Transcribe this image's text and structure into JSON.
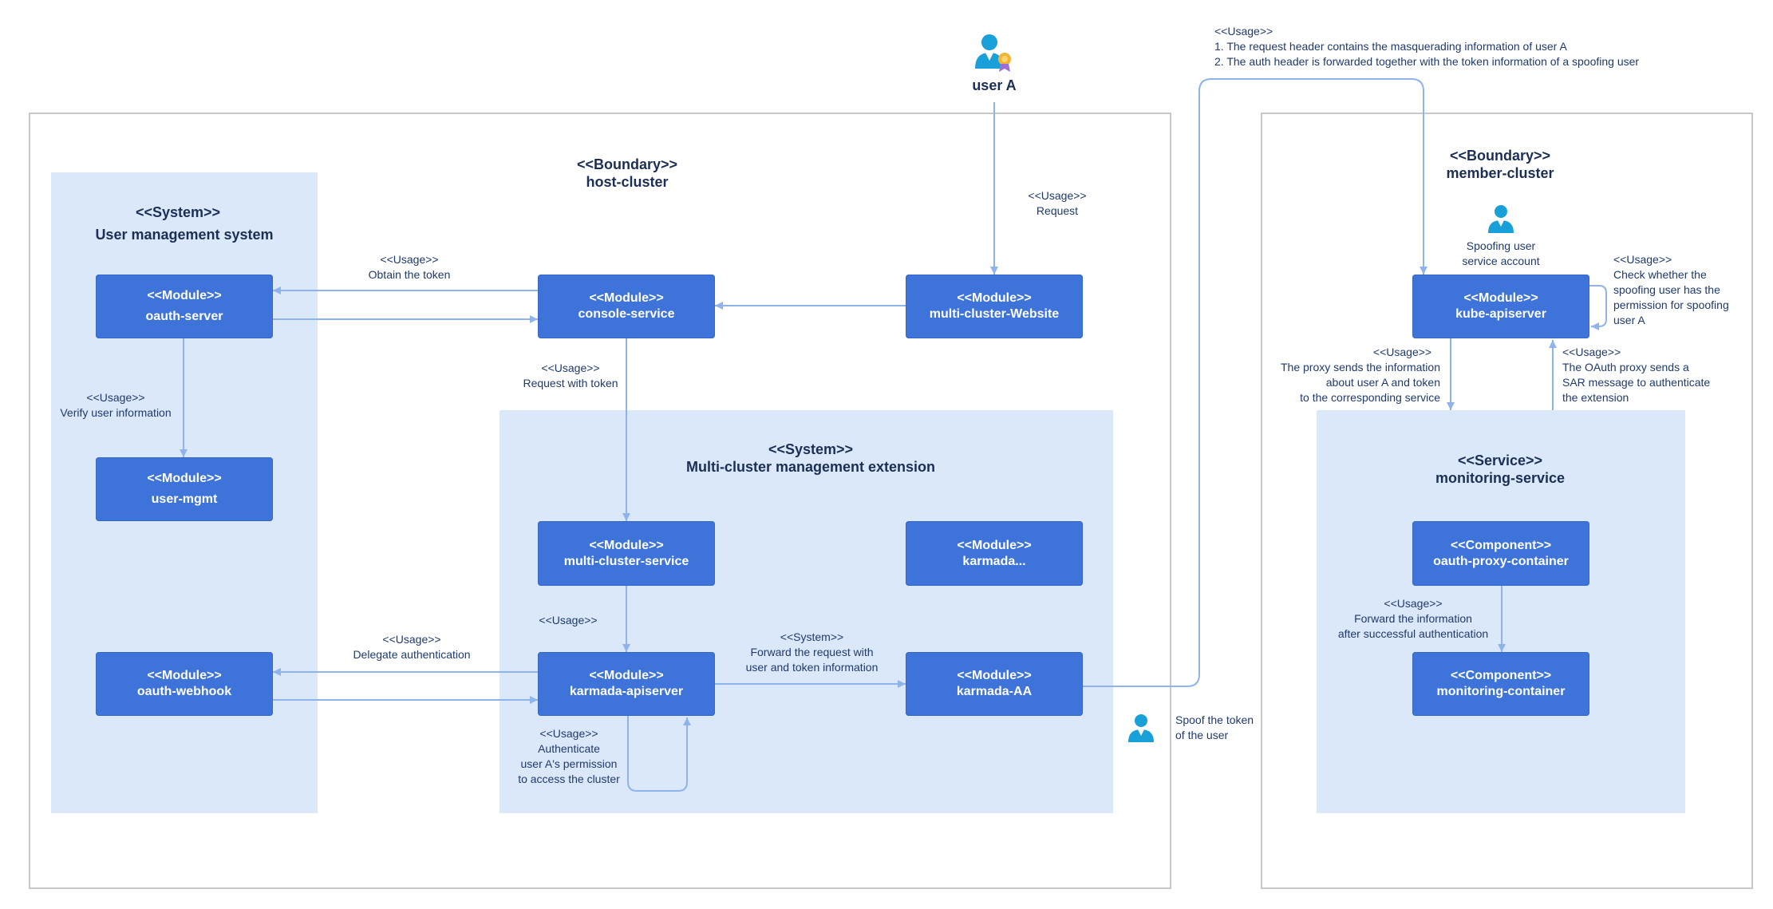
{
  "user_a": {
    "name": "user A"
  },
  "request_label": {
    "line1": "<<Usage>>",
    "line2": "Request"
  },
  "top_note": {
    "line1": "<<Usage>>",
    "line2": "1. The request header contains the masquerading information of user A",
    "line3": "2. The auth header is forwarded together with the token information of a spoofing user"
  },
  "host_cluster": {
    "stereotype": "<<Boundary>>",
    "name": "host-cluster"
  },
  "member_cluster": {
    "stereotype": "<<Boundary>>",
    "name": "member-cluster"
  },
  "user_mgmt_system": {
    "stereotype": "<<System>>",
    "name": "User management system"
  },
  "mc_extension": {
    "stereotype": "<<System>>",
    "name": "Multi-cluster management extension"
  },
  "monitoring_service": {
    "stereotype": "<<Service>>",
    "name": "monitoring-service"
  },
  "modules": {
    "oauth_server": {
      "stereotype": "<<Module>>",
      "name": "oauth-server"
    },
    "user_mgmt": {
      "stereotype": "<<Module>>",
      "name": "user-mgmt"
    },
    "oauth_webhook": {
      "stereotype": "<<Module>>",
      "name": "oauth-webhook"
    },
    "console_service": {
      "stereotype": "<<Module>>",
      "name": "console-service"
    },
    "mc_website": {
      "stereotype": "<<Module>>",
      "name": "multi-cluster-Website"
    },
    "mc_service": {
      "stereotype": "<<Module>>",
      "name": "multi-cluster-service"
    },
    "karmada_trunc": {
      "stereotype": "<<Module>>",
      "name": "karmada..."
    },
    "karmada_apiserver": {
      "stereotype": "<<Module>>",
      "name": "karmada-apiserver"
    },
    "karmada_aa": {
      "stereotype": "<<Module>>",
      "name": "karmada-AA"
    },
    "kube_apiserver": {
      "stereotype": "<<Module>>",
      "name": "kube-apiserver"
    },
    "oauth_proxy_container": {
      "stereotype": "<<Component>>",
      "name": "oauth-proxy-container"
    },
    "monitoring_container": {
      "stereotype": "<<Component>>",
      "name": "monitoring-container"
    }
  },
  "labels": {
    "obtain_token": {
      "line1": "<<Usage>>",
      "line2": "Obtain the token"
    },
    "verify_user": {
      "line1": "<<Usage>>",
      "line2": "Verify user information"
    },
    "request_with_token": {
      "line1": "<<Usage>>",
      "line2": "Request with token"
    },
    "usage_plain": {
      "line1": "<<Usage>>"
    },
    "delegate_auth": {
      "line1": "<<Usage>>",
      "line2": "Delegate authentication"
    },
    "forward_request": {
      "line1": "<<System>>",
      "line2": "Forward the request with",
      "line3": "user and token information"
    },
    "authenticate": {
      "line1": "<<Usage>>",
      "line2": "Authenticate",
      "line3": "user A's  permission",
      "line4": "to access the cluster"
    },
    "spoof_token": {
      "line1": "Spoof the token",
      "line2": "of the user"
    },
    "spoofing_account": {
      "line1": "Spoofing user",
      "line2": "service account"
    },
    "check_spoof": {
      "line1": "<<Usage>>",
      "line2": "Check whether the",
      "line3": "spoofing user has the",
      "line4": "permission for spoofing",
      "line5": "user A"
    },
    "proxy_sends": {
      "line1": "<<Usage>>",
      "line2": "The proxy sends the information",
      "line3": "about user A and token",
      "line4": "to the corresponding service"
    },
    "oauth_proxy_sar": {
      "line1": "<<Usage>>",
      "line2": "The OAuth proxy sends a",
      "line3": "SAR message to authenticate",
      "line4": "the extension"
    },
    "forward_info": {
      "line1": "<<Usage>>",
      "line2": "Forward the information",
      "line3": "after successful authentication"
    }
  },
  "colors": {
    "module": "#3e74d9",
    "system_bg": "#dbe8fa",
    "arrow": "#8fb4ec",
    "boundary": "#c8c8c8",
    "text": "#1f3a6b"
  }
}
